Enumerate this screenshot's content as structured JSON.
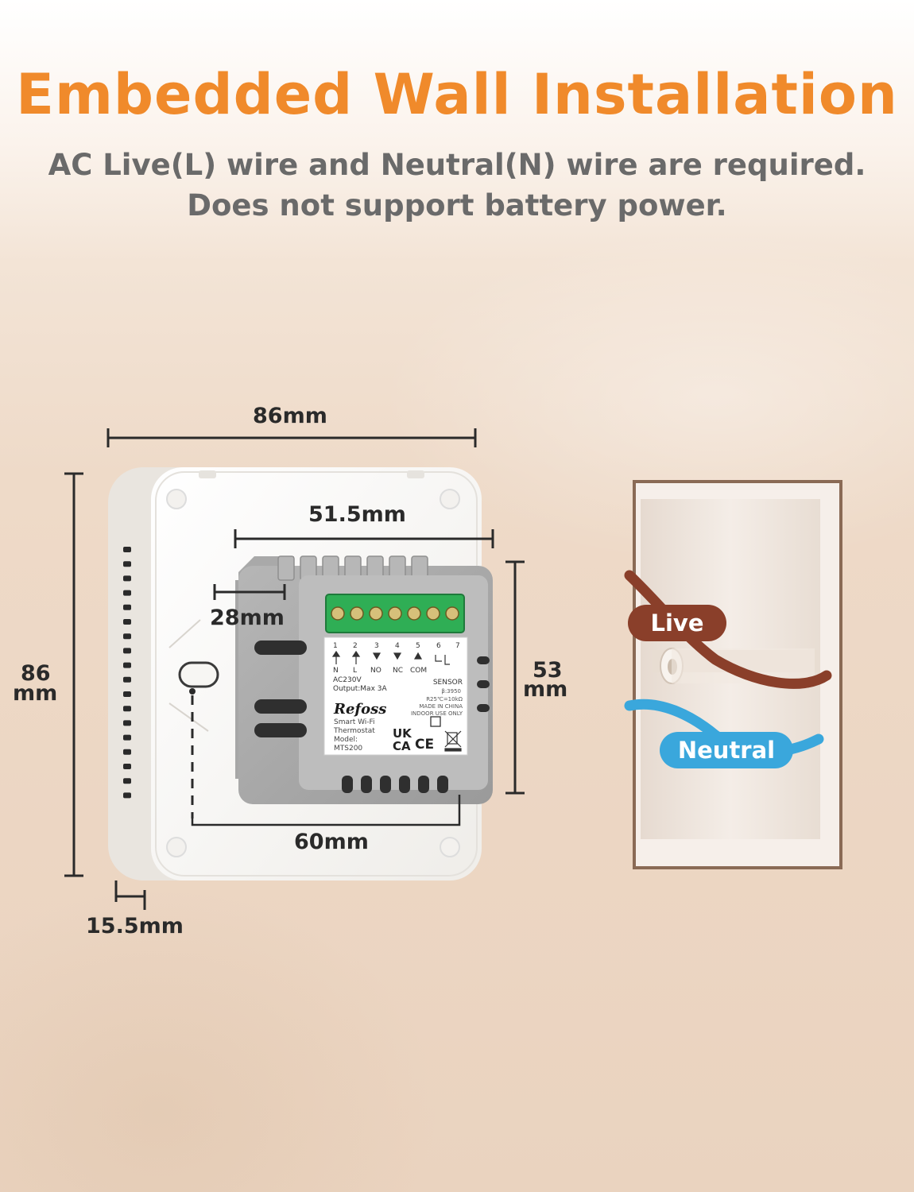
{
  "header": {
    "title": "Embedded Wall Installation",
    "subtitle_line1": "AC Live(L) wire and Neutral(N) wire are required.",
    "subtitle_line2": "Does not support battery power."
  },
  "dimensions": {
    "width_total": "86mm",
    "width_module": "51.5mm",
    "module_offset": "28mm",
    "height_total_value": "86",
    "height_total_unit": "mm",
    "height_module_value": "53",
    "height_module_unit": "mm",
    "mount_spacing": "60mm",
    "depth": "15.5mm"
  },
  "wires": {
    "live": {
      "label": "Live",
      "color": "#8a3f2a"
    },
    "neutral": {
      "label": "Neutral",
      "color": "#3aa7dc"
    }
  },
  "module_label": {
    "terminal_numbers": [
      "1",
      "2",
      "3",
      "4",
      "5",
      "6",
      "7"
    ],
    "terminal_names": [
      "N",
      "L",
      "NO",
      "NC",
      "COM"
    ],
    "power_line1": "AC230V",
    "power_line2": "Output:Max 3A",
    "sensor_lines": [
      "SENSOR",
      "β:3950",
      "R25℃=10kΩ",
      "MADE IN CHINA",
      "INDOOR USE ONLY"
    ],
    "brand": "Refoss",
    "product_lines": [
      "Smart Wi-Fi",
      "Thermostat",
      "Model:",
      "MTS200"
    ],
    "cert_ukca_top": "UK",
    "cert_ukca_bottom": "CA",
    "cert_ce": "CE"
  },
  "colors": {
    "accent": "#f08a2b",
    "subtitle": "#6a6a6a",
    "dimension_line": "#2a2a2a"
  }
}
